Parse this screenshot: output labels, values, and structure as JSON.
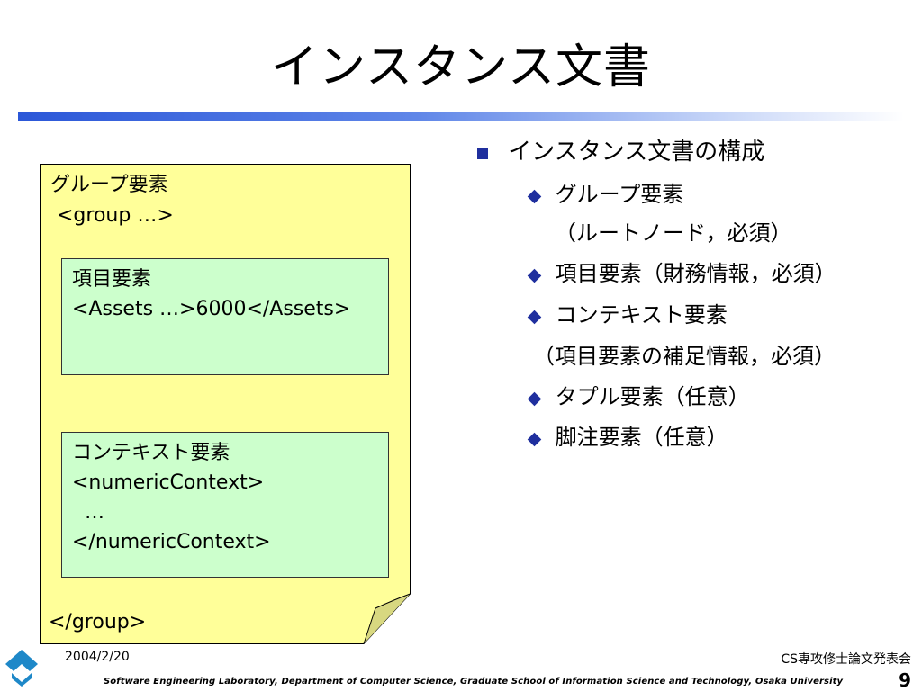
{
  "slide": {
    "title": "インスタンス文書",
    "page_number": "9"
  },
  "note": {
    "group_label": "グループ要素",
    "group_open": " <group …>",
    "group_close": "</group>",
    "item_box": {
      "lines": [
        "項目要素",
        "<Assets …>6000</Assets>"
      ]
    },
    "context_box": {
      "lines": [
        "コンテキスト要素",
        "<numericContext>",
        "  …",
        "</numericContext>"
      ]
    }
  },
  "bullets": {
    "main": "インスタンス文書の構成",
    "items": [
      "グループ要素",
      "（ルートノード，必須）",
      "項目要素（財務情報，必須）",
      "コンテキスト要素",
      "（項目要素の補足情報，必須）",
      "タプル要素（任意）",
      "脚注要素（任意）"
    ]
  },
  "footer": {
    "date": "2004/2/20",
    "conference": "CS専攻修士論文発表会",
    "lab": "Software Engineering Laboratory,  Department of Computer Science,  Graduate School of Information Science and Technology,  Osaka University"
  },
  "colors": {
    "note_fill": "#ffff99",
    "box_fill": "#ccffcc",
    "bullet": "#1f2f9e",
    "logo": "#1e88c8"
  }
}
